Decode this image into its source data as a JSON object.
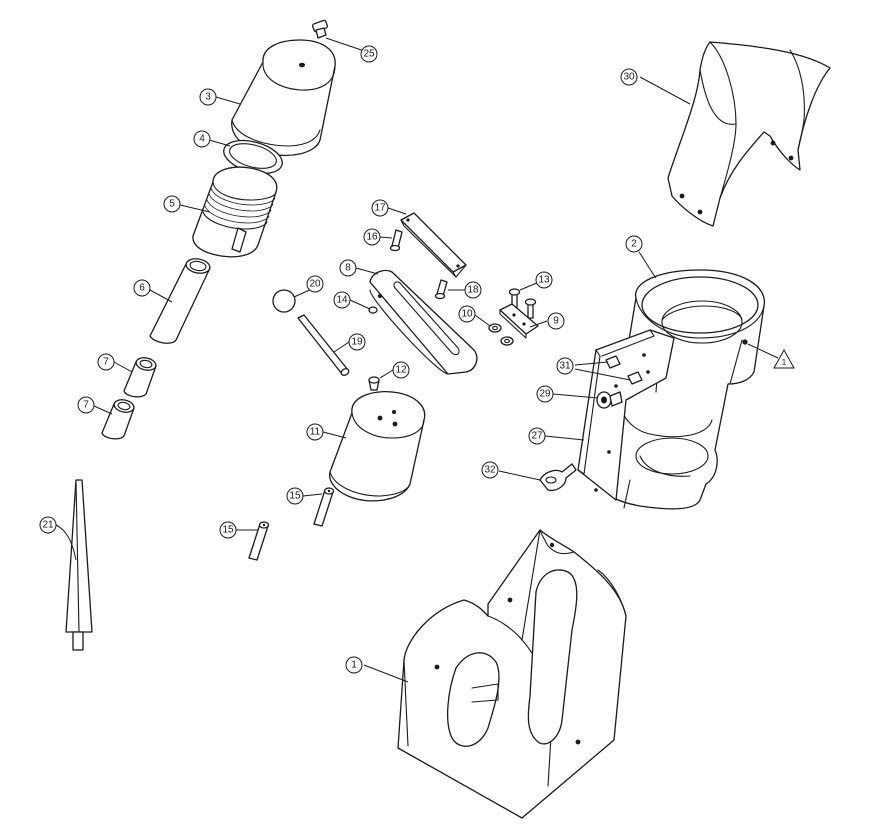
{
  "callouts": {
    "p1": "1",
    "p2": "2",
    "p3": "3",
    "p4": "4",
    "p5": "5",
    "p6": "6",
    "p7a": "7",
    "p7b": "7",
    "p8": "8",
    "p9": "9",
    "p10": "10",
    "p11": "11",
    "p12": "12",
    "p13": "13",
    "p14": "14",
    "p15a": "15",
    "p15b": "15",
    "p16": "16",
    "p17": "17",
    "p18": "18",
    "p19": "19",
    "p20": "20",
    "p21": "21",
    "p25": "25",
    "p27": "27",
    "p29": "29",
    "p30": "30",
    "p31": "31",
    "p32": "32",
    "tri": "1"
  }
}
